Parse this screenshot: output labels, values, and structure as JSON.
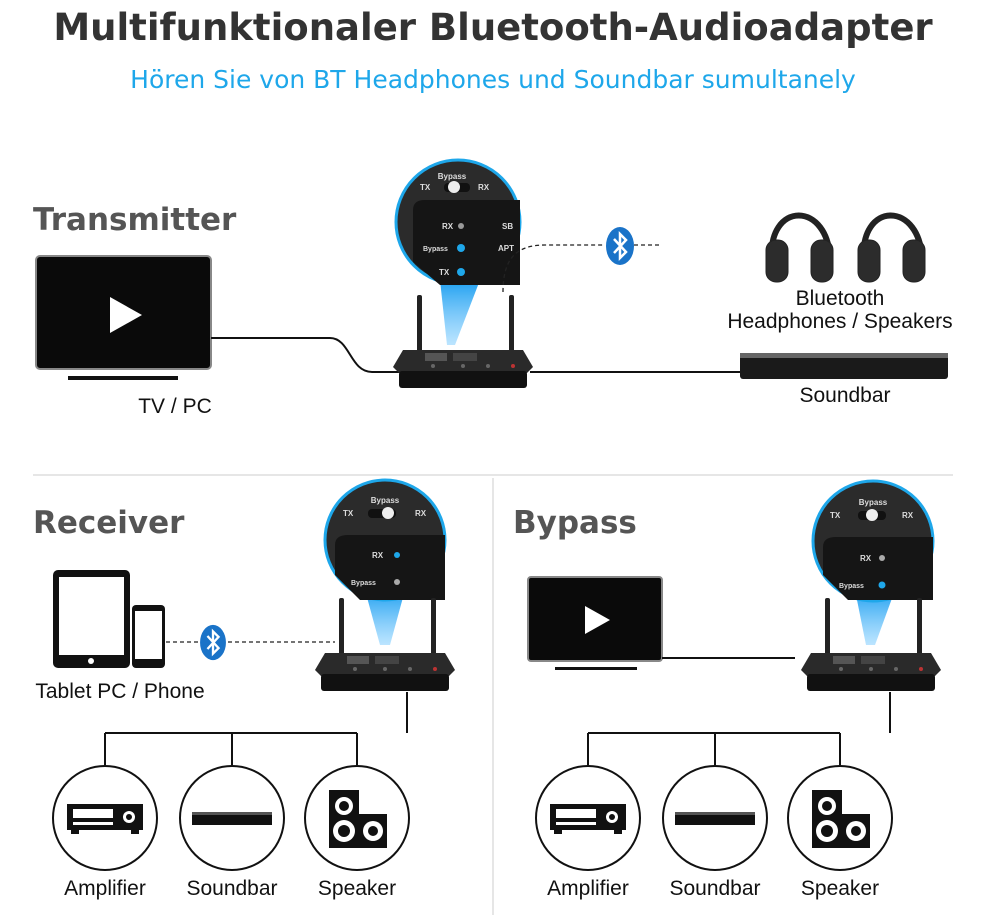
{
  "header": {
    "title": "Multifunktionaler Bluetooth-Audioadapter",
    "subtitle": "Hören Sie von BT Headphones und Soundbar sumultanely"
  },
  "colors": {
    "accent": "#1ea7ea",
    "bluetooth": "#1a73c8",
    "heading": "#555555"
  },
  "transmitter": {
    "heading": "Transmitter",
    "source_label": "TV / PC",
    "headphones_label_1": "Bluetooth",
    "headphones_label_2": "Headphones / Speakers",
    "soundbar_label": "Soundbar",
    "inset": {
      "switch_label": "Bypass",
      "left": "TX",
      "right": "RX",
      "led_1": "RX",
      "led_2": "Bypass",
      "led_3": "TX",
      "cut_1": "SB",
      "cut_2": "APT"
    }
  },
  "receiver": {
    "heading": "Receiver",
    "source_label": "Tablet PC / Phone",
    "inset": {
      "switch_label": "Bypass",
      "left": "TX",
      "right": "RX",
      "led_1": "RX",
      "led_2": "Bypass"
    },
    "outputs": [
      "Amplifier",
      "Soundbar",
      "Speaker"
    ]
  },
  "bypass": {
    "heading": "Bypass",
    "inset": {
      "switch_label": "Bypass",
      "left": "TX",
      "right": "RX",
      "led_1": "RX",
      "led_2": "Bypass"
    },
    "outputs": [
      "Amplifier",
      "Soundbar",
      "Speaker"
    ]
  }
}
